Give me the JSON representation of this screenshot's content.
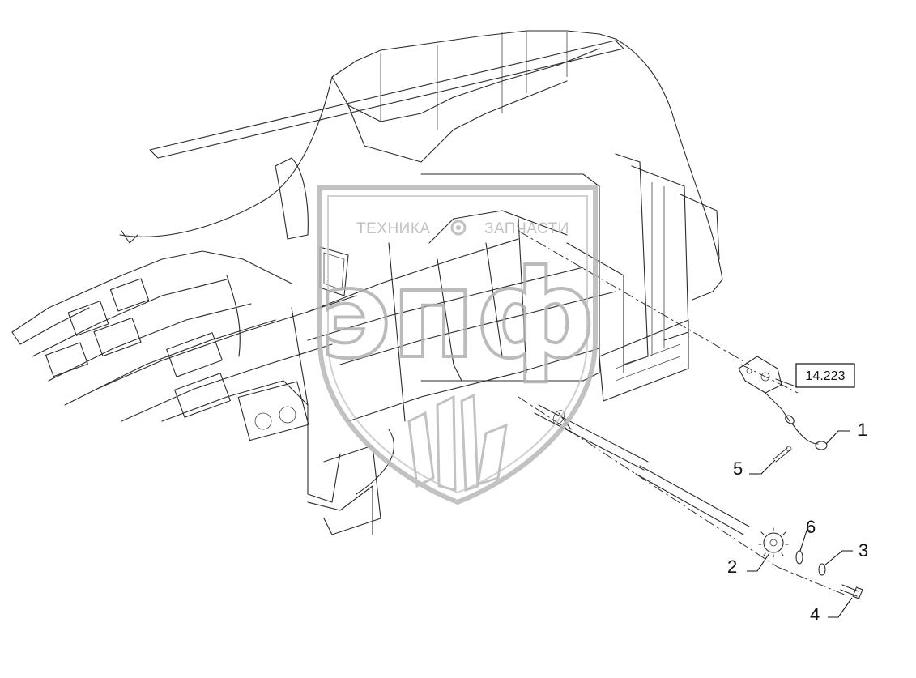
{
  "diagram": {
    "callouts": [
      {
        "id": "1",
        "label": "1"
      },
      {
        "id": "2",
        "label": "2"
      },
      {
        "id": "3",
        "label": "3"
      },
      {
        "id": "4",
        "label": "4"
      },
      {
        "id": "5",
        "label": "5"
      },
      {
        "id": "6",
        "label": "6"
      }
    ],
    "reference_box": "14.223"
  },
  "watermark": {
    "brand_left": "ТЕХНИКА",
    "brand_right": "ЗАПЧАСТИ",
    "monogram": "эпф",
    "color": "#b8b8b8"
  },
  "colors": {
    "line": "#2a2a2a",
    "background": "#ffffff"
  }
}
